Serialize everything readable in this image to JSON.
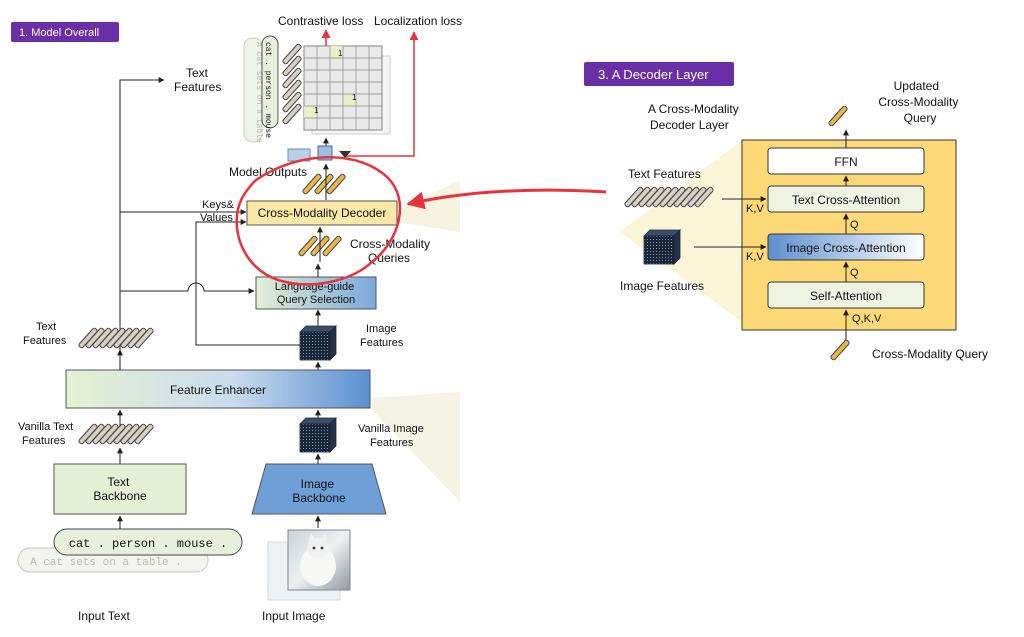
{
  "section_titles": {
    "model_overall": "1. Model Overall",
    "decoder_layer": "3. A Decoder Layer"
  },
  "overall": {
    "contrastive_loss": "Contrastive loss",
    "localization_loss": "Localization loss",
    "text_features_top": "Text\nFeatures",
    "model_outputs": "Model Outputs",
    "keys_values": "Keys&\nValues",
    "cross_modality_decoder": "Cross-Modality Decoder",
    "cross_modality_queries": "Cross-Modality\nQueries",
    "query_selection": "Language-guide\nQuery Selection",
    "text_features_mid": "Text\nFeatures",
    "image_features_mid": "Image\nFeatures",
    "feature_enhancer": "Feature Enhancer",
    "vanilla_text_features": "Vanilla Text\nFeatures",
    "vanilla_image_features": "Vanilla Image\nFeatures",
    "text_backbone": "Text\nBackbone",
    "image_backbone": "Image\nBackbone",
    "input_prompt": "cat . person . mouse .",
    "input_prompt_ghost": "A cat sets on a table .",
    "matrix_text_ghost": "A cat sets on a table",
    "matrix_text_front": "cat . person . mouse",
    "matrix_ones": [
      "1",
      "1",
      "1"
    ],
    "input_text": "Input Text",
    "input_image": "Input Image"
  },
  "decoder_layer": {
    "layer_title": "A Cross-Modality\nDecoder Layer",
    "updated_query": "Updated\nCross-Modality\nQuery",
    "ffn": "FFN",
    "text_cross_attention": "Text Cross-Attention",
    "image_cross_attention": "Image Cross-Attention",
    "self_attention": "Self-Attention",
    "text_features": "Text Features",
    "image_features": "Image Features",
    "kv_text": "K,V",
    "kv_image": "K,V",
    "q_text": "Q",
    "q_image": "Q",
    "qkv": "Q,K,V",
    "cross_modality_query": "Cross-Modality Query"
  },
  "colors": {
    "purple_tag": "#6a2fa6",
    "green_box": "#e4efd4",
    "blue_box": "#6e9fd6",
    "decoder_yellow": "#fbe7a6",
    "layer_panel": "#fdd877",
    "red_annotation": "#e8323c"
  }
}
